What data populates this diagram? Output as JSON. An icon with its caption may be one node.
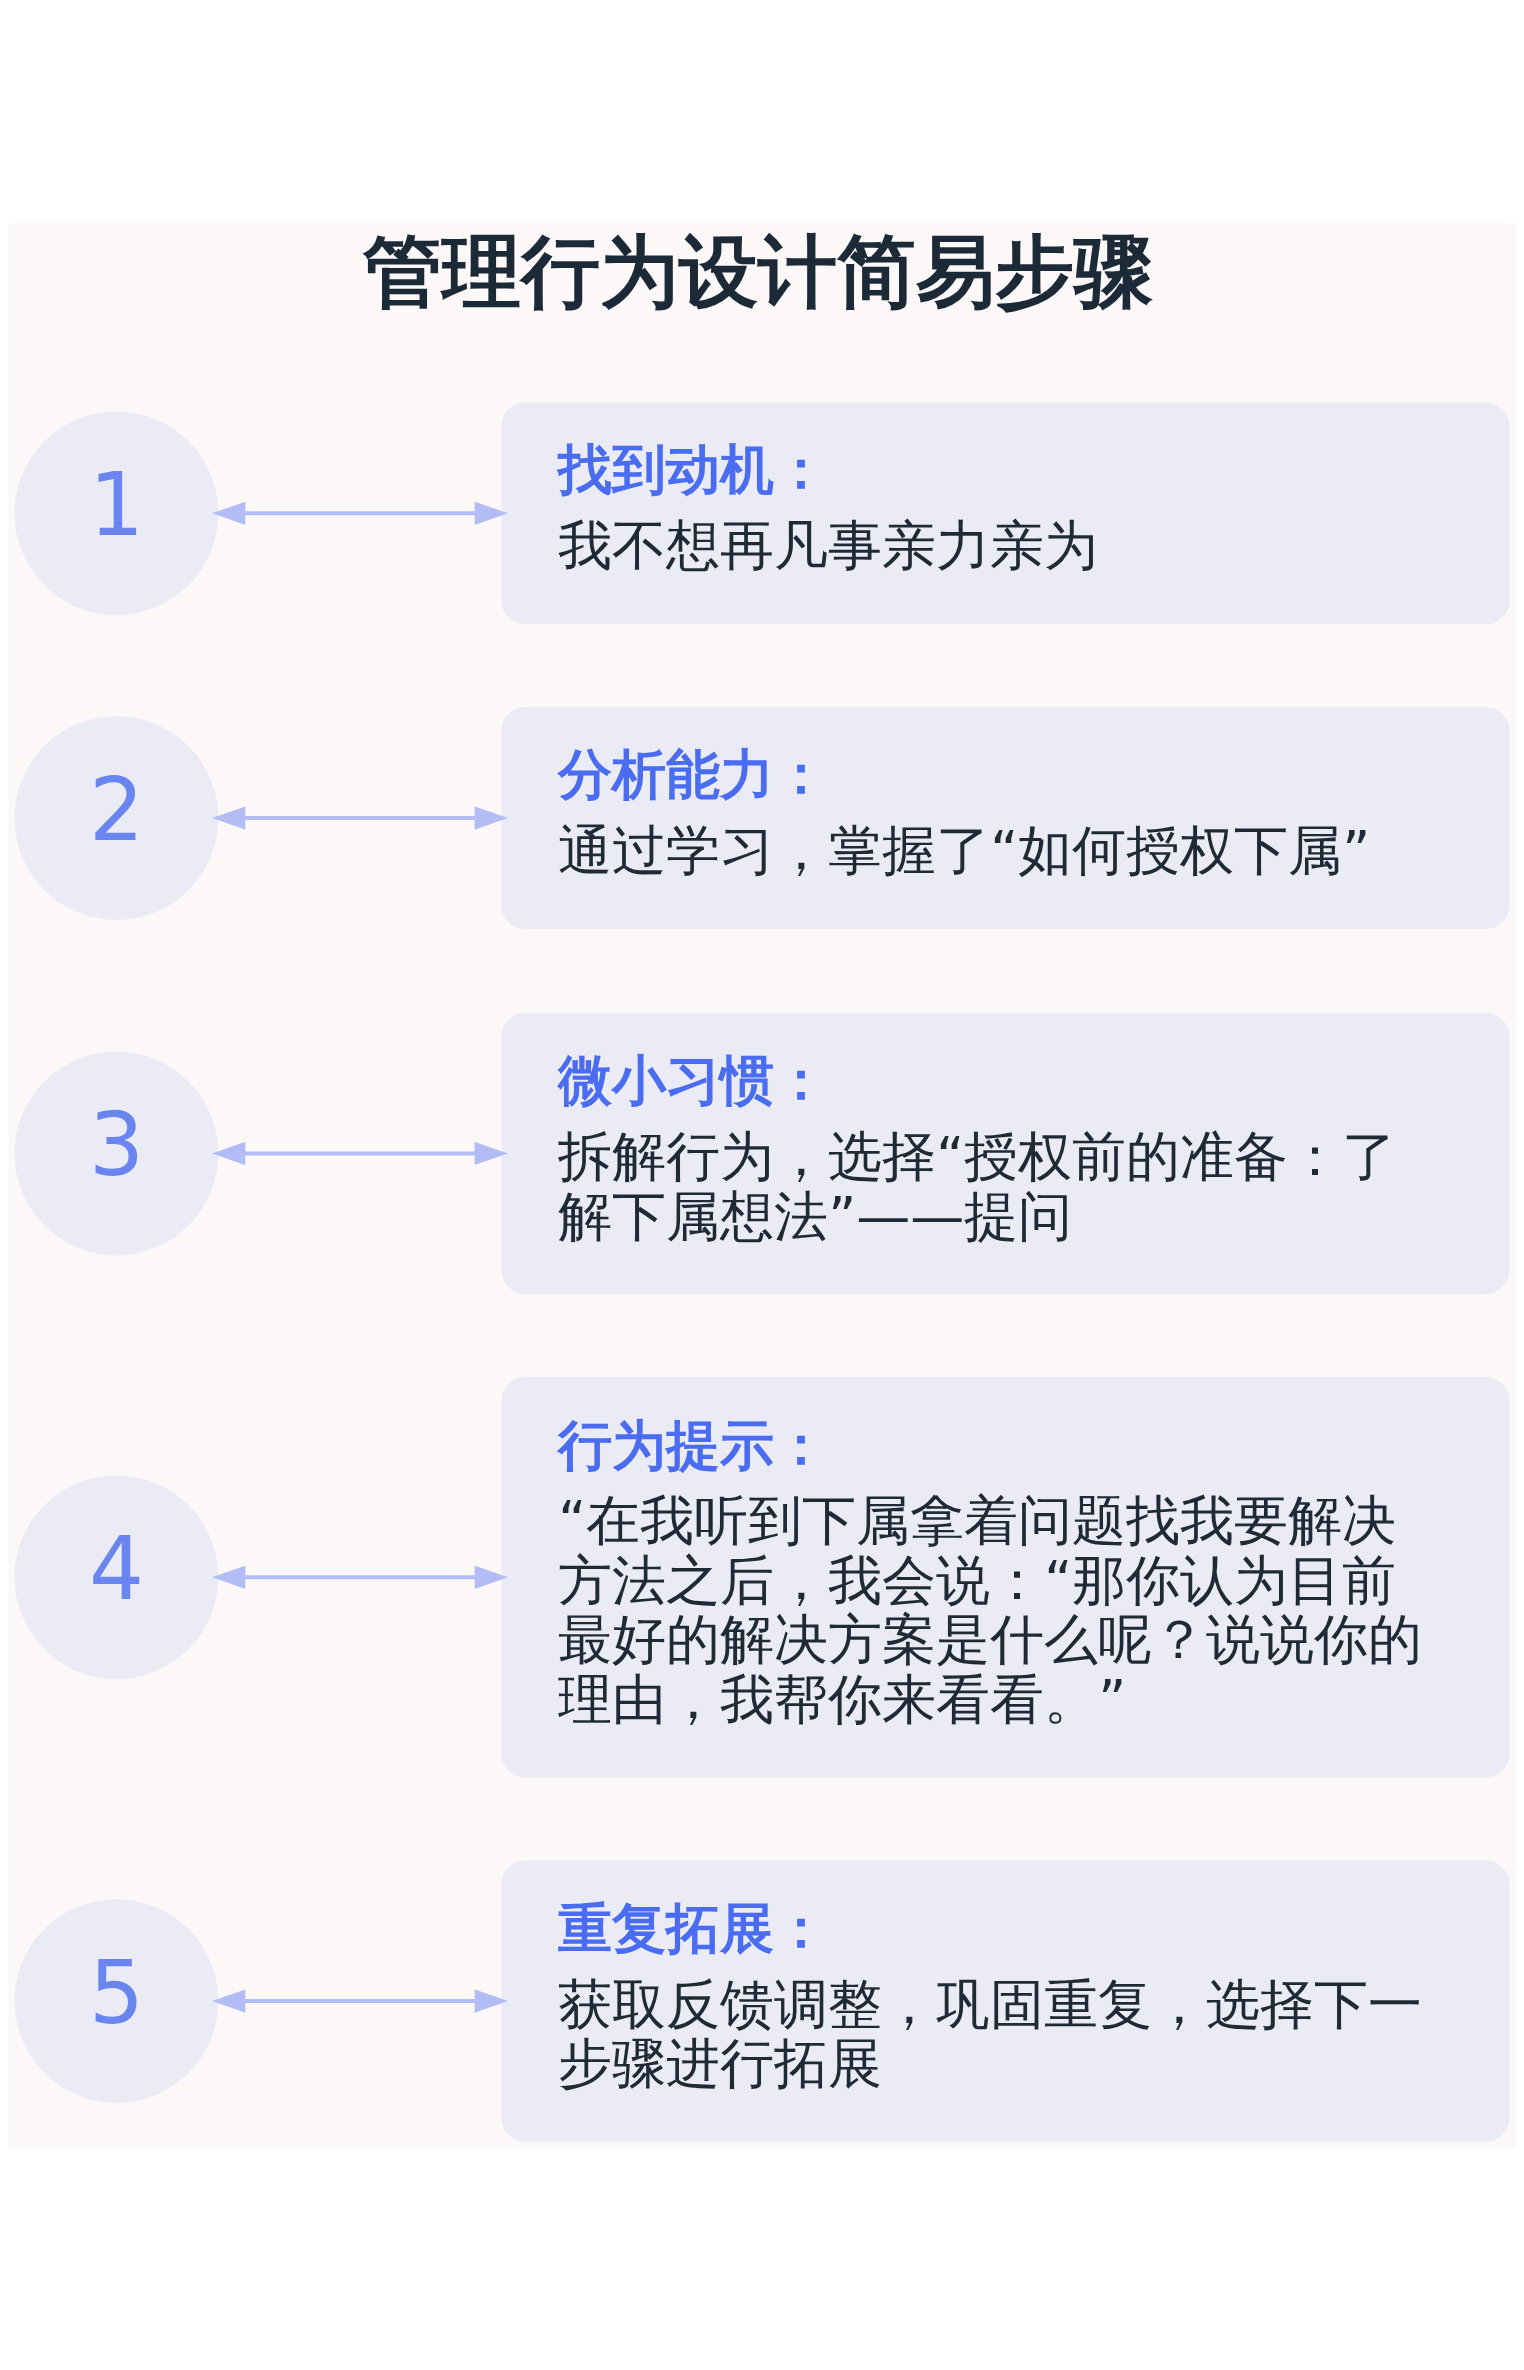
{
  "diagram": {
    "title": "管理行为设计简易步骤",
    "nodes": [
      {
        "text": [
          "1"
        ]
      },
      {
        "text": [
          "找到动机：",
          "我不想再凡事亲力亲为"
        ]
      },
      {
        "text": [
          "2"
        ]
      },
      {
        "text": [
          "分析能力：",
          "通过学习，掌握了“如何授权下属”"
        ]
      },
      {
        "text": [
          "3"
        ]
      },
      {
        "text": [
          "微小习惯：",
          "拆解行为，选择“授权前的准备：了解下属想法”——提问"
        ]
      },
      {
        "text": [
          "4"
        ]
      },
      {
        "text": [
          "行为提示：",
          "“在我听到下属拿着问题找我要解决方法之后，我会说：“那你认为目前最好的解决方案是什么呢？说说你的理由，我帮你来看看。”"
        ]
      },
      {
        "text": [
          "5"
        ]
      },
      {
        "text": [
          "重复拓展：",
          "获取反馈调整，巩固重复，选择下一步骤进行拓展"
        ]
      }
    ],
    "edges": [
      {
        "from": 0,
        "to": 1,
        "arrow": "both"
      },
      {
        "from": 2,
        "to": 3,
        "arrow": "both"
      },
      {
        "from": 4,
        "to": 5,
        "arrow": "both"
      },
      {
        "from": 6,
        "to": 7,
        "arrow": "both"
      },
      {
        "from": 8,
        "to": 9,
        "arrow": "both"
      }
    ]
  }
}
